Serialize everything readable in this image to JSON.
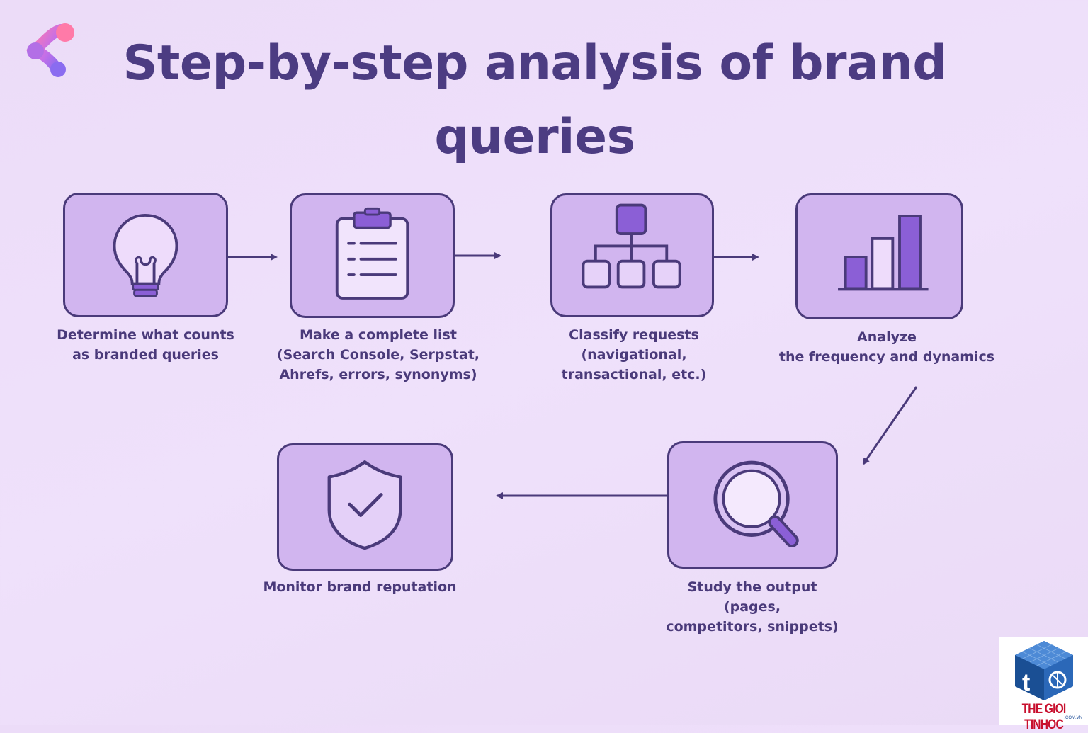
{
  "title": {
    "line1": "Step-by-step analysis of brand",
    "line2": "queries"
  },
  "steps": [
    {
      "icon": "lightbulb-icon",
      "lines": [
        "Determine what counts",
        "as branded queries"
      ]
    },
    {
      "icon": "clipboard-list-icon",
      "lines": [
        "Make a complete list",
        "(Search Console, Serpstat,",
        "Ahrefs, errors, synonyms)"
      ]
    },
    {
      "icon": "hierarchy-icon",
      "lines": [
        "Classify requests",
        "(navigational,",
        "transactional, etc.)"
      ]
    },
    {
      "icon": "bar-chart-icon",
      "lines": [
        "Analyze",
        "the frequency and dynamics"
      ]
    },
    {
      "icon": "magnifier-icon",
      "lines": [
        "Study the output",
        "(pages,",
        "competitors, snippets)"
      ]
    },
    {
      "icon": "shield-check-icon",
      "lines": [
        "Monitor brand reputation"
      ]
    }
  ],
  "watermark": {
    "brand": "THE GIOI TINHOC",
    "domain": ".COM.VN"
  },
  "colors": {
    "background": "#eddcf9",
    "box_fill": "#d1b5ef",
    "outline": "#4a3a7a",
    "accent": "#8b5fd6"
  }
}
